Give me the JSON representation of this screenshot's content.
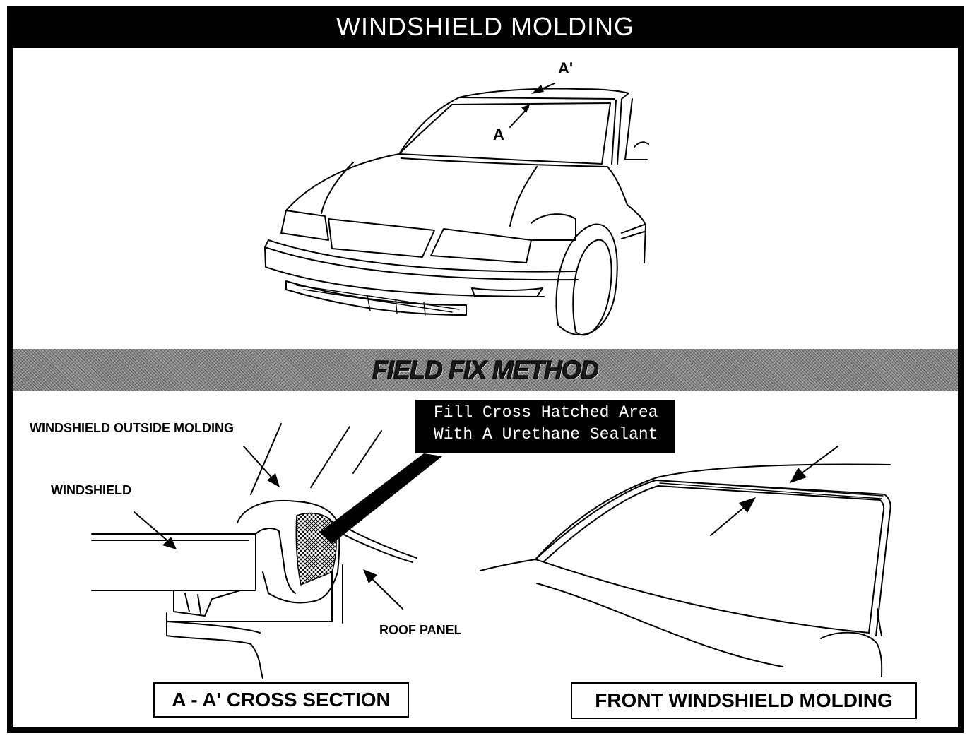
{
  "title": "WINDSHIELD MOLDING",
  "section_title": "FIELD FIX METHOD",
  "car_markers": {
    "a": "A",
    "a_prime": "A'"
  },
  "labels": {
    "outside_molding": "WINDSHIELD OUTSIDE MOLDING",
    "windshield": "WINDSHIELD",
    "roof_panel": "ROOF PANEL"
  },
  "callout": {
    "line1": "Fill Cross Hatched Area",
    "line2": "With A Urethane Sealant"
  },
  "captions": {
    "cross_section": "A - A' CROSS SECTION",
    "front_molding": "FRONT WINDSHIELD MOLDING"
  }
}
